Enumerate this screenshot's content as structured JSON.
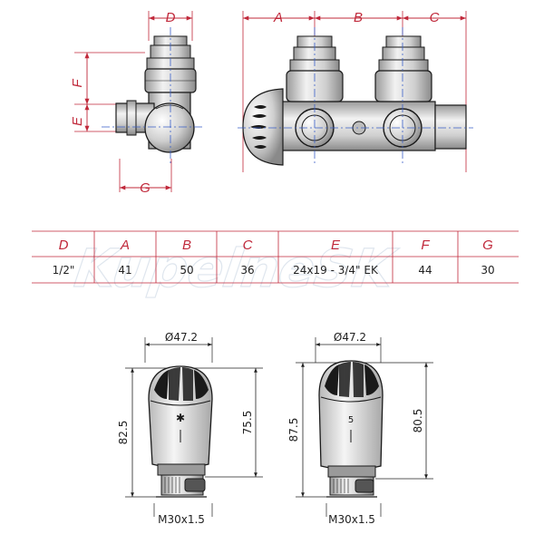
{
  "colors": {
    "dimension_red": "#c0283a",
    "centerline_blue": "#3a5fc8",
    "outline": "#1a1a1a",
    "metal_light": "#e6e6e6",
    "metal_mid": "#c4c4c4",
    "metal_dark": "#8c8c8c",
    "table_line": "#c0283a",
    "watermark": "#dfe6ee"
  },
  "watermark": "KupelneSK",
  "top_views": {
    "side_labels": {
      "D": "D",
      "F": "F",
      "E": "E",
      "G": "G"
    },
    "front_labels": {
      "A": "A",
      "B": "B",
      "C": "C"
    }
  },
  "table": {
    "headers": [
      "D",
      "A",
      "B",
      "C",
      "E",
      "F",
      "G"
    ],
    "values": [
      "1/2\"",
      "41",
      "50",
      "36",
      "24x19 - 3/4\" EK",
      "44",
      "30"
    ]
  },
  "heads": [
    {
      "diameter": "Ø47.2",
      "height_total": "82.5",
      "height_body": "75.5",
      "thread": "M30x1.5",
      "mark": "✱"
    },
    {
      "diameter": "Ø47.2",
      "height_total": "87.5",
      "height_body": "80.5",
      "thread": "M30x1.5",
      "mark": "5"
    }
  ]
}
